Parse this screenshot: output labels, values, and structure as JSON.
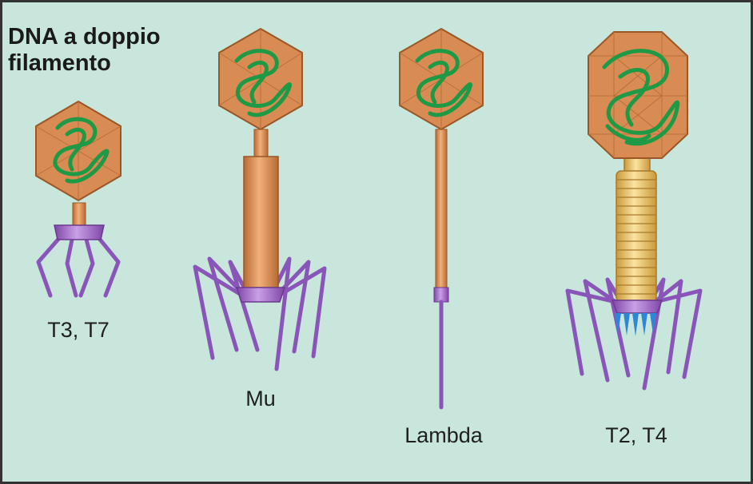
{
  "title": {
    "line1": "DNA a doppio",
    "line2": "filamento"
  },
  "colors": {
    "background": "#c8e6dc",
    "border": "#333333",
    "capsid": "#d88b52",
    "capsid_edge": "#9a5726",
    "dna": "#1e9a46",
    "tail": "#d88c4e",
    "sheath": "#f0c76a",
    "baseplate": "#a56cc8",
    "fibers": "#8a55b8",
    "spikes": "#2e86d6"
  },
  "phages": [
    {
      "label": "T3, T7"
    },
    {
      "label": "Mu"
    },
    {
      "label": "Lambda"
    },
    {
      "label": "T2, T4"
    }
  ]
}
